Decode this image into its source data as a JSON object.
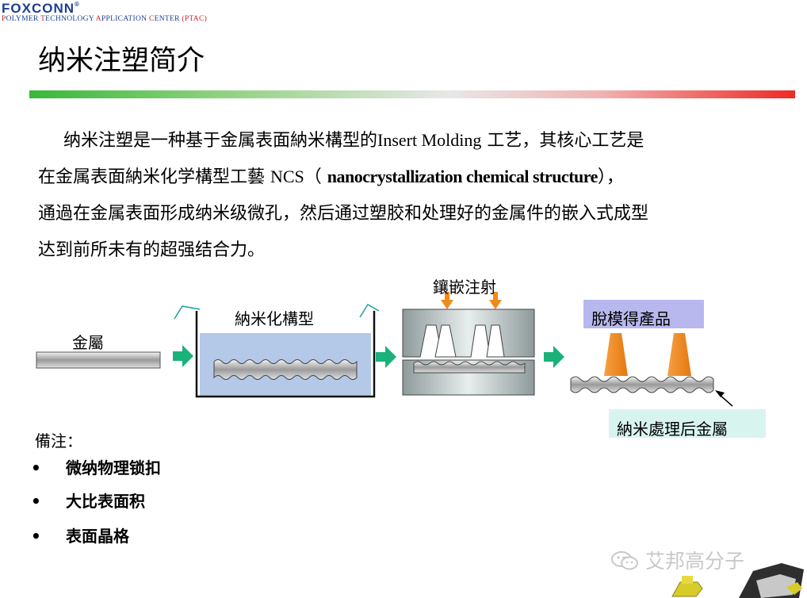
{
  "header": {
    "logo": "FOXCONN",
    "logo_mark": "®",
    "org_parts": [
      "P",
      "OLYMER ",
      "T",
      "ECHNOLOGY ",
      "A",
      "PPLICATION ",
      "C",
      "ENTER ",
      "(PTAC)"
    ]
  },
  "slide": {
    "title": "纳米注塑简介"
  },
  "paragraph": {
    "l1_a": "纳米注塑是一种基于金属表面納米構型的",
    "l1_b": "Insert Molding",
    "l1_c": " 工艺，其核心工艺是",
    "l2_a": "在金属表面納米化学構型工藝 ",
    "l2_b": "NCS",
    "l2_c": "（ ",
    "l2_d": "nanocrystallization chemical structure",
    "l2_e": "），",
    "l3": "通過在金属表面形成纳米级微孔，然后通过塑胶和处理好的金属件的嵌入式成型",
    "l4": "达到前所未有的超强结合力。"
  },
  "diagram": {
    "metal": "金屬",
    "nano": "納米化構型",
    "insert": "鑲嵌注射",
    "product": "脫模得產品",
    "treated": "納米處理后金屬",
    "colors": {
      "arrow": "#1ab27a",
      "tank": "#b4c8e8",
      "plastic": "#f08a1c",
      "product_box": "#b8b8ee",
      "treated_box": "#d8f4ee"
    }
  },
  "notes": {
    "title": "備注：",
    "bullet": "•",
    "items": [
      "微纳物理锁扣",
      "大比表面积",
      "表面晶格"
    ]
  },
  "watermark": {
    "text": "艾邦高分子"
  }
}
